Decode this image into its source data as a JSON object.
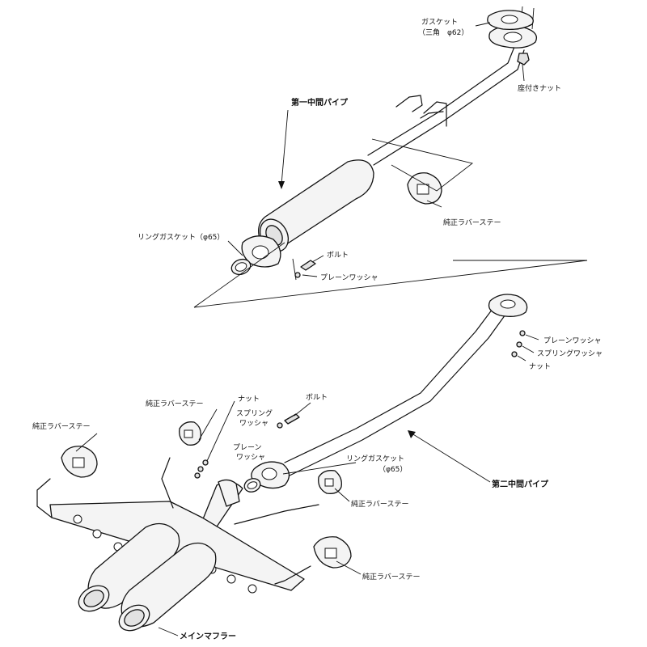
{
  "labels": {
    "gasket_triangle_1": "ガスケット",
    "gasket_triangle_2": "（三角　φ62）",
    "seat_nut": "座付きナット",
    "first_mid_pipe": "第一中間パイプ",
    "stock_rubber_stay_upper": "純正ラバーステー",
    "ring_gasket_65_upper": "リングガスケット（φ65）",
    "bolt_upper": "ボルト",
    "plain_washer_upper": "プレーンワッシャ",
    "plain_washer_right": "プレーンワッシャ",
    "spring_washer_right": "スプリングワッシャ",
    "nut_right": "ナット",
    "stock_rubber_stay_mid": "純正ラバーステー",
    "nut_mid": "ナット",
    "bolt_mid": "ボルト",
    "spring_washer_mid_1": "スプリング",
    "spring_washer_mid_2": "ワッシャ",
    "plain_washer_mid_1": "プレーン",
    "plain_washer_mid_2": "ワッシャ",
    "stock_rubber_stay_left": "純正ラバーステー",
    "ring_gasket_65_lower_1": "リングガスケット",
    "ring_gasket_65_lower_2": "（φ65）",
    "second_mid_pipe": "第二中間パイプ",
    "stock_rubber_stay_right": "純正ラバーステー",
    "stock_rubber_stay_lower": "純正ラバーステー",
    "main_muffler": "メインマフラー"
  }
}
